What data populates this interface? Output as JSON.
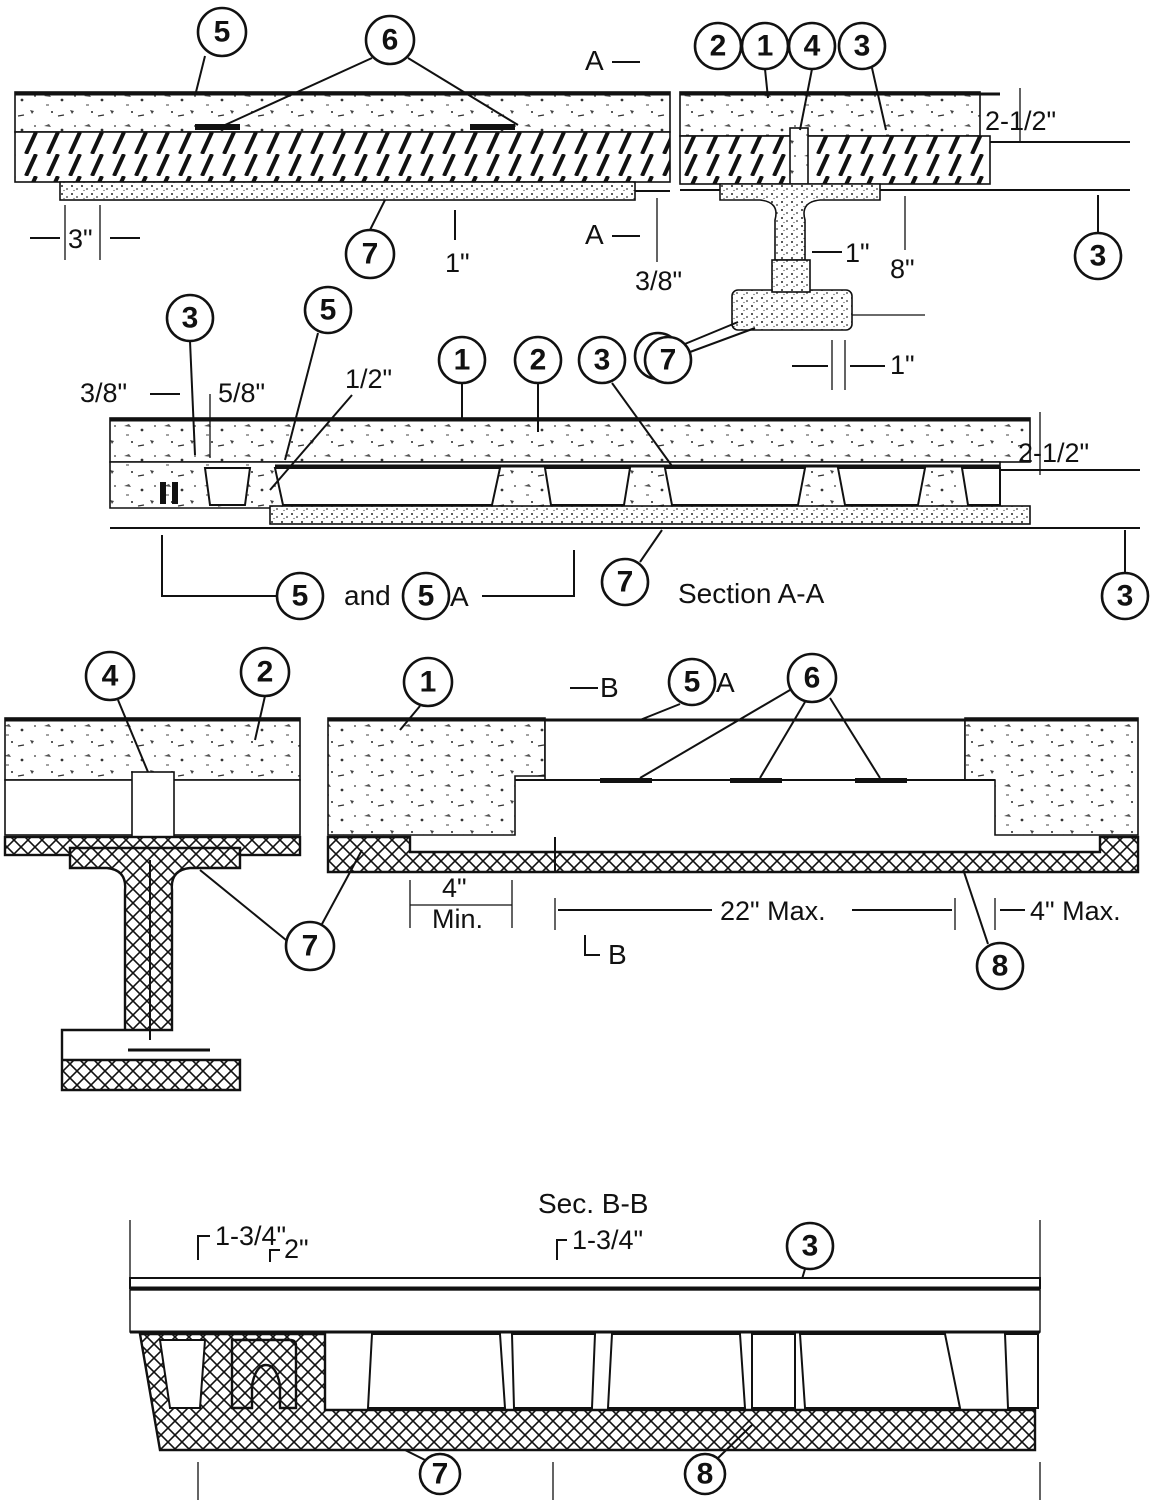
{
  "upper_left_detail": {
    "callouts": [
      "5",
      "6",
      "7"
    ],
    "dims": {
      "spacing": "3\"",
      "plaster": "1\"",
      "gap": "3/8\""
    },
    "section_marks": [
      "A",
      "A"
    ]
  },
  "upper_right_detail": {
    "callouts": [
      "2",
      "1",
      "4",
      "3",
      "3",
      "7"
    ],
    "dims": {
      "slab": "2-1/2\"",
      "depth": "8\"",
      "web": "1\"",
      "flange": "1\""
    }
  },
  "section_aa": {
    "title": "Section A-A",
    "callouts": [
      "3",
      "5",
      "1",
      "2",
      "3",
      "7",
      "5",
      "5",
      "3"
    ],
    "callout_5a_suffix": "A",
    "and_word": "and",
    "dims": {
      "a": "3/8\"",
      "b": "5/8\"",
      "c": "1/2\"",
      "slab": "2-1/2\""
    }
  },
  "middle_detail": {
    "callouts": [
      "4",
      "2",
      "1",
      "5",
      "6",
      "7",
      "8"
    ],
    "callout_5a_suffix": "A",
    "section_marks": [
      "B",
      "B"
    ],
    "dims": {
      "min_val": "4\"",
      "min_word": "Min.",
      "span": "22\" Max.",
      "edge": "4\" Max."
    }
  },
  "section_bb": {
    "title": "Sec. B-B",
    "callouts": [
      "3",
      "7",
      "8"
    ],
    "dims": {
      "a": "1-3/4\"",
      "b": "2\"",
      "c": "1-3/4\""
    }
  }
}
